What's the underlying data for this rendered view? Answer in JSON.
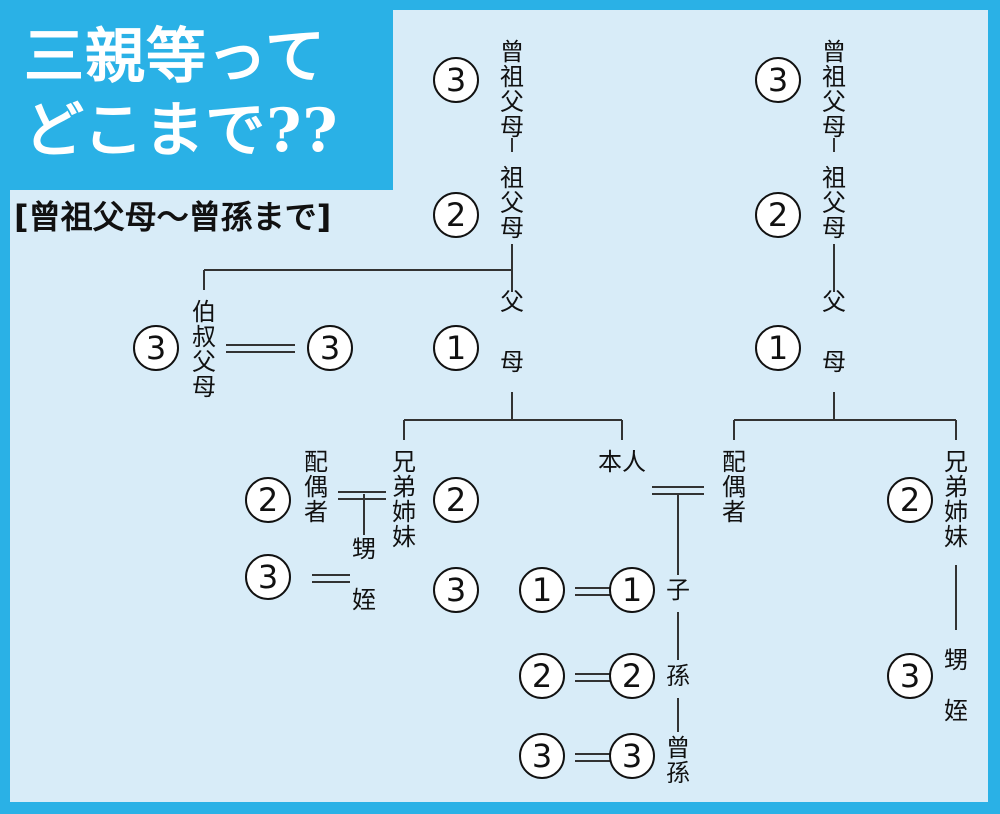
{
  "title": {
    "line1": "三親等って",
    "line2": "どこまで??"
  },
  "subtitle": "[曾祖父母～曾孫まで]",
  "nodes": [
    {
      "id": "father-great-grandparents",
      "label": "曾祖父母",
      "degree": "3"
    },
    {
      "id": "father-grandparents",
      "label": "祖父母",
      "degree": "2"
    },
    {
      "id": "father-parents",
      "label": "父母",
      "degree": "1"
    },
    {
      "id": "uncle-aunt",
      "label": "伯叔父母",
      "degree": "3"
    },
    {
      "id": "uncle-aunt-spouse",
      "label": "",
      "degree": "3"
    },
    {
      "id": "sibling",
      "label": "兄弟姉妹",
      "degree": "2"
    },
    {
      "id": "sibling-spouse",
      "label": "配偶者",
      "degree": "2"
    },
    {
      "id": "nephew-niece-left",
      "label": "甥姪",
      "degree": "3"
    },
    {
      "id": "nephew-niece-left-spouse",
      "label": "",
      "degree": "3"
    },
    {
      "id": "self",
      "label": "本人",
      "degree": ""
    },
    {
      "id": "spouse",
      "label": "配偶者",
      "degree": ""
    },
    {
      "id": "child",
      "label": "子",
      "degree": "1"
    },
    {
      "id": "child-spouse",
      "label": "",
      "degree": "1"
    },
    {
      "id": "grandchild",
      "label": "孫",
      "degree": "2"
    },
    {
      "id": "grandchild-spouse",
      "label": "",
      "degree": "2"
    },
    {
      "id": "great-grandchild",
      "label": "曾孫",
      "degree": "3"
    },
    {
      "id": "great-grandchild-spouse",
      "label": "",
      "degree": "3"
    },
    {
      "id": "mother-great-grandparents",
      "label": "曾祖父母",
      "degree": "3"
    },
    {
      "id": "mother-grandparents",
      "label": "祖父母",
      "degree": "2"
    },
    {
      "id": "mother-parents",
      "label": "父母",
      "degree": "1"
    },
    {
      "id": "spouse-sibling",
      "label": "兄弟姉妹",
      "degree": "2"
    },
    {
      "id": "nephew-niece-right",
      "label": "甥姪",
      "degree": "3"
    }
  ]
}
